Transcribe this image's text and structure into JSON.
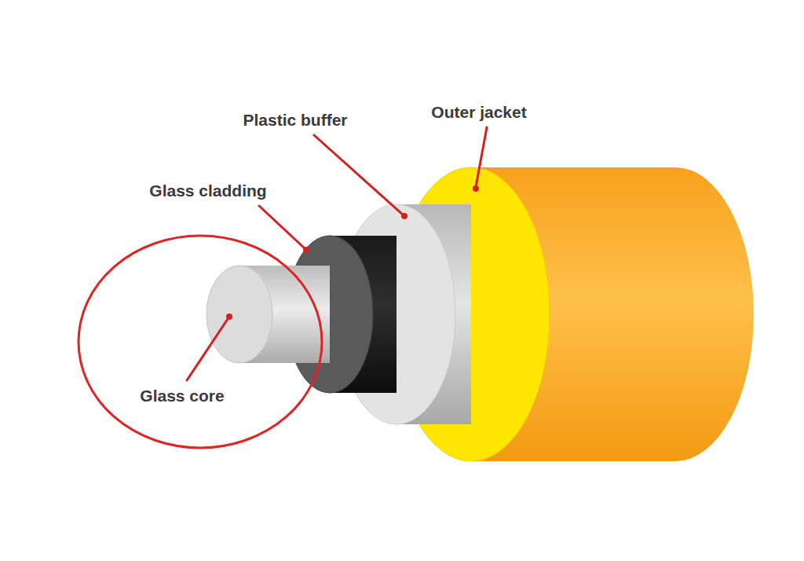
{
  "diagram": {
    "labels": [
      "Plastic buffer",
      "Outer jacket",
      "Glass cladding",
      "Glass core"
    ]
  }
}
